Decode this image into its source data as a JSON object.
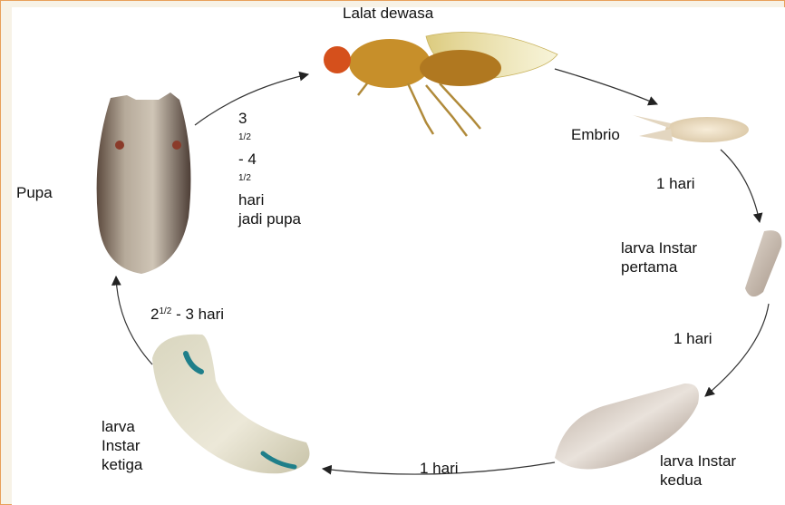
{
  "stages": {
    "adult": "Lalat dewasa",
    "embryo": "Embrio",
    "larva1_line1": "larva Instar",
    "larva1_line2": "pertama",
    "larva2_line1": "larva Instar",
    "larva2_line2": "kedua",
    "larva3_line1": "larva",
    "larva3_line2": "Instar",
    "larva3_line3": "ketiga",
    "pupa": "Pupa"
  },
  "durations": {
    "embryo_to_larva1": "1 hari",
    "larva1_to_larva2": "1 hari",
    "larva2_to_larva3": "1 hari",
    "larva3_to_pupa_a": "2",
    "larva3_to_pupa_a_sup": "1/2",
    "larva3_to_pupa_b": " - 3 hari",
    "pupa_to_adult_a": "3",
    "pupa_to_adult_a_sup": "1/2",
    "pupa_to_adult_b": " - 4",
    "pupa_to_adult_b_sup": "1/2",
    "pupa_to_adult_c": "hari",
    "pupa_to_adult_line2": "jadi pupa"
  },
  "colors": {
    "frame": "#e8a05a",
    "cycle_line": "#333333"
  }
}
